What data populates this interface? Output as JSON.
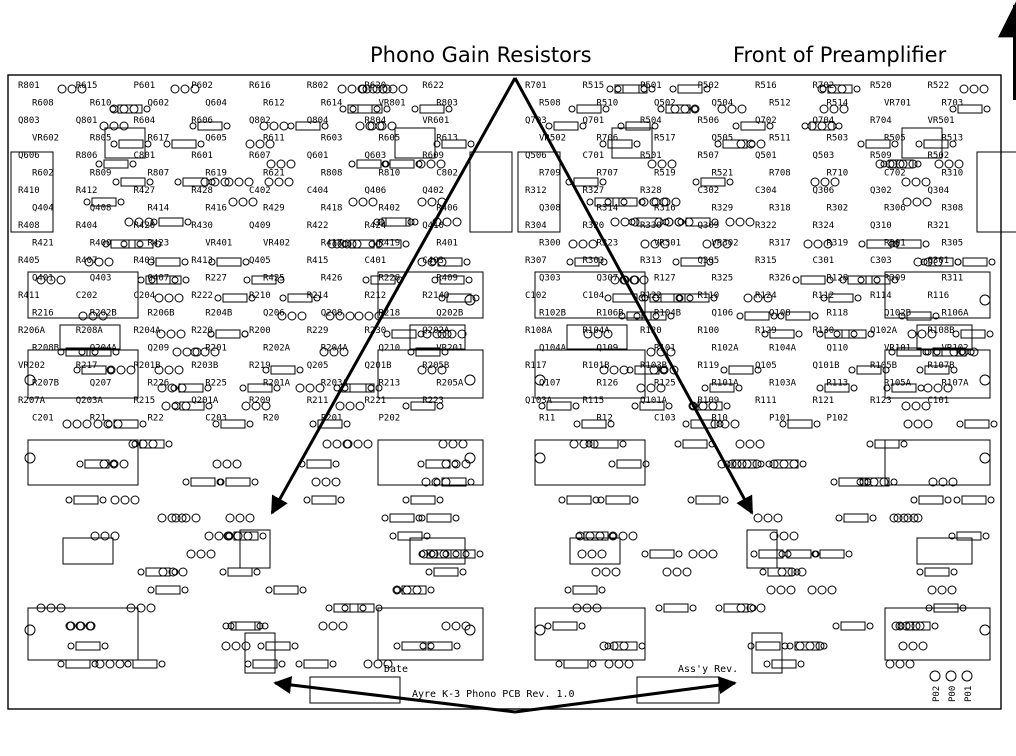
{
  "annotations": {
    "gain": "Phono Gain Resistors",
    "front": "Front of Preamplifier"
  },
  "board": {
    "title": "Ayre K-3 Phono PCB Rev. 1.0",
    "date_label": "Date",
    "assy_label": "Ass'y Rev."
  },
  "labels": {
    "left": [
      "R801",
      "R615",
      "P601",
      "P602",
      "R616",
      "R802",
      "R620",
      "R622",
      "R608",
      "R610",
      "Q602",
      "Q604",
      "R612",
      "R614",
      "VR801",
      "R803",
      "Q803",
      "Q801",
      "R604",
      "R606",
      "Q802",
      "Q804",
      "R804",
      "VR601",
      "VR602",
      "R805",
      "R617",
      "Q605",
      "R611",
      "R603",
      "R605",
      "R613",
      "Q606",
      "R806",
      "C801",
      "R601",
      "R607",
      "Q601",
      "Q603",
      "R609",
      "R602",
      "R809",
      "R807",
      "R619",
      "R621",
      "R808",
      "R810",
      "C802",
      "R410",
      "R412",
      "R427",
      "R428",
      "C402",
      "C404",
      "Q406",
      "Q402",
      "Q404",
      "Q408",
      "R414",
      "R416",
      "R429",
      "R418",
      "R402",
      "R406",
      "R408",
      "R404",
      "R420",
      "R430",
      "Q409",
      "R422",
      "R424",
      "Q410",
      "R421",
      "R400",
      "R423",
      "VR401",
      "VR402",
      "R417",
      "R419",
      "R401",
      "R405",
      "R407",
      "R403",
      "R413",
      "Q405",
      "R415",
      "C401",
      "C403",
      "Q401",
      "Q403",
      "Q407",
      "R227",
      "R425",
      "R426",
      "R228",
      "R409",
      "R411",
      "C202",
      "C204",
      "R222",
      "R210",
      "R214",
      "R212",
      "R214O",
      "R216",
      "R202B",
      "R206B",
      "R204B",
      "Q206",
      "Q208",
      "R218",
      "Q202B",
      "R206A",
      "R208A",
      "R204A",
      "R220",
      "R200",
      "R229",
      "R230",
      "Q202A",
      "R208B",
      "Q204A",
      "Q209",
      "R201",
      "R202A",
      "R204A",
      "Q210",
      "VR201",
      "VR202",
      "R217",
      "R201B",
      "R203B",
      "R219",
      "Q205",
      "Q201B",
      "R205B",
      "R207B",
      "Q207",
      "R226",
      "R225",
      "R201A",
      "R203A",
      "R213",
      "R205A",
      "R207A",
      "Q203A",
      "R215",
      "Q201A",
      "R209",
      "R211",
      "R221",
      "R223",
      "C201",
      "R21",
      "R22",
      "C203",
      "R20",
      "P201",
      "P202"
    ],
    "right": [
      "R701",
      "R515",
      "P501",
      "P502",
      "R516",
      "R702",
      "R520",
      "R522",
      "R508",
      "R510",
      "Q502",
      "Q504",
      "R512",
      "R514",
      "VR701",
      "R703",
      "Q703",
      "Q701",
      "R504",
      "R506",
      "Q702",
      "Q704",
      "R704",
      "VR501",
      "VR502",
      "R706",
      "R517",
      "Q505",
      "R511",
      "R503",
      "R505",
      "R513",
      "Q506",
      "C701",
      "R501",
      "R507",
      "Q501",
      "Q503",
      "R509",
      "R502",
      "R709",
      "R707",
      "R519",
      "R521",
      "R708",
      "R710",
      "C702",
      "R310",
      "R312",
      "R327",
      "R328",
      "C302",
      "C304",
      "Q306",
      "Q302",
      "Q304",
      "Q308",
      "R314",
      "R316",
      "R329",
      "R318",
      "R302",
      "R306",
      "R308",
      "R304",
      "R320",
      "R330",
      "Q309",
      "R322",
      "R324",
      "Q310",
      "R321",
      "R300",
      "R323",
      "VR301",
      "VR302",
      "R317",
      "R319",
      "R301",
      "R305",
      "R307",
      "R303",
      "R313",
      "Q305",
      "R315",
      "C301",
      "C303",
      "Q301",
      "Q303",
      "Q307",
      "R127",
      "R325",
      "R326",
      "R128",
      "R309",
      "R311",
      "C102",
      "C104",
      "R122",
      "R110",
      "R124",
      "R112",
      "R114",
      "R116",
      "R102B",
      "R106B",
      "R104B",
      "Q106",
      "Q108",
      "R118",
      "Q102B",
      "R106A",
      "R108A",
      "R104A",
      "R120",
      "R100",
      "R129",
      "R130",
      "Q102A",
      "R108B",
      "Q104A",
      "Q109",
      "R101",
      "R102A",
      "R104A",
      "Q110",
      "VR101",
      "VR102",
      "R117",
      "R101B",
      "R103B",
      "R119",
      "Q105",
      "Q101B",
      "R105B",
      "R107B",
      "Q107",
      "R126",
      "R125",
      "R101A",
      "R103A",
      "R113",
      "R105A",
      "R107A",
      "Q103A",
      "R115",
      "Q101A",
      "R109",
      "R111",
      "R121",
      "R123",
      "C101",
      "R11",
      "R12",
      "C103",
      "R10",
      "P101",
      "P102"
    ],
    "corner": [
      "P02",
      "P00",
      "P01"
    ]
  }
}
